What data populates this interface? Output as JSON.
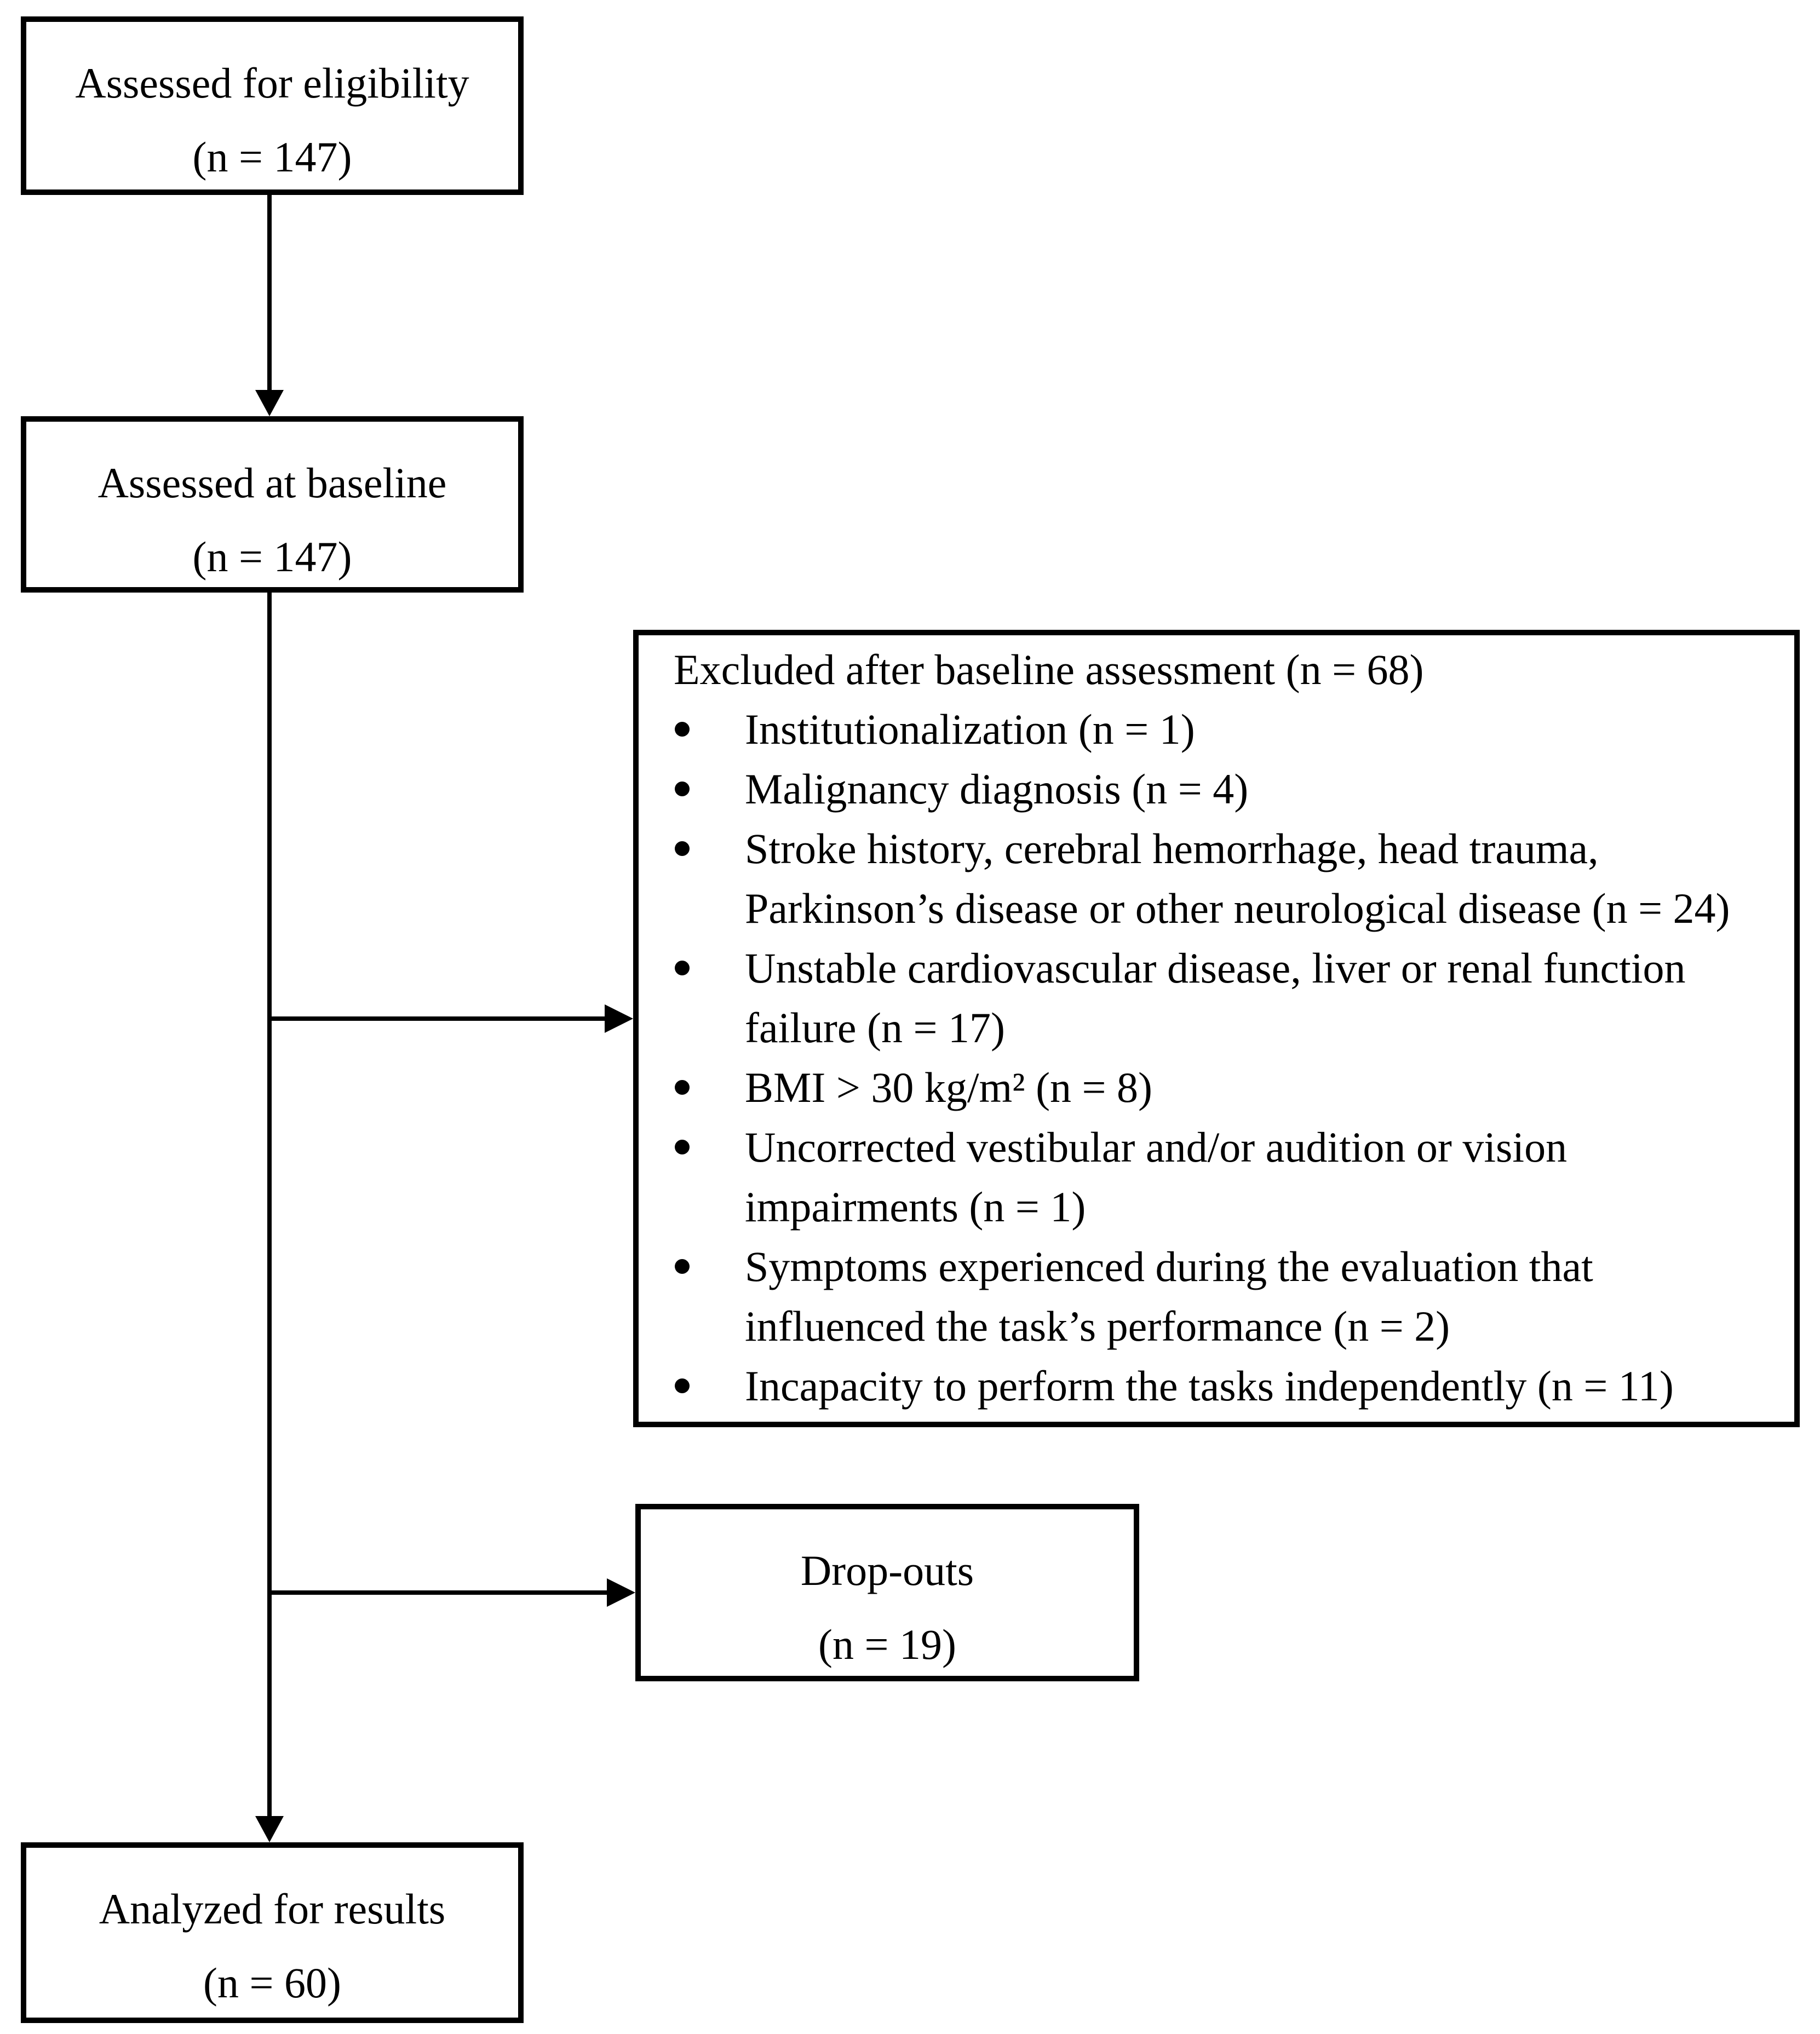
{
  "diagram": {
    "type": "participant-flow-chart",
    "colors": {
      "line": "#000000",
      "background": "#ffffff",
      "text": "#000000"
    },
    "boxes": {
      "eligibility": {
        "line1": "Assessed for eligibility",
        "line2": "(n = 147)"
      },
      "baseline": {
        "line1": "Assessed at baseline",
        "line2": "(n = 147)"
      },
      "excluded": {
        "title": "Excluded after baseline assessment (n = 68)",
        "items": [
          "Institutionalization (n = 1)",
          "Malignancy diagnosis (n = 4)",
          "Stroke history, cerebral hemorrhage, head trauma,\nParkinson’s disease or other neurological disease (n = 24)",
          "Unstable cardiovascular disease, liver or renal function\nfailure (n = 17)",
          "BMI > 30 kg/m² (n = 8)",
          "Uncorrected vestibular and/or audition or vision\nimpairments (n = 1)",
          "Symptoms experienced during the evaluation that\ninfluenced the task’s performance (n = 2)",
          "Incapacity to perform the tasks independently (n = 11)"
        ]
      },
      "dropouts": {
        "line1": "Drop-outs",
        "line2": "(n = 19)"
      },
      "analyzed": {
        "line1": "Analyzed for results",
        "line2": "(n = 60)"
      }
    }
  }
}
